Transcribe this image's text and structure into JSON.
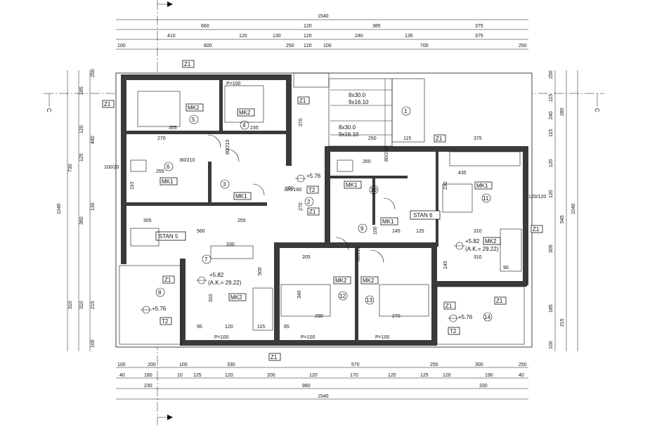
{
  "dimensions": {
    "top": {
      "row1": [
        "1540"
      ],
      "row2": [
        "660",
        "120",
        "385",
        "375"
      ],
      "row3": [
        "410",
        "120",
        "130",
        "120",
        "240",
        "135",
        "375"
      ],
      "row4": [
        "100",
        "600",
        "250",
        "120",
        "100",
        "700",
        "250"
      ]
    },
    "bottom": {
      "row1": [
        "100",
        "200",
        "100",
        "330",
        "570",
        "250",
        "300",
        "250"
      ],
      "row2": [
        "40",
        "180",
        "10",
        "125",
        "120",
        "200",
        "120",
        "170",
        "120",
        "125",
        "120",
        "190",
        "40"
      ],
      "row3": [
        "230",
        "980",
        "330"
      ],
      "row4": [
        "1540"
      ]
    },
    "left": [
      "250",
      "185",
      "480",
      "730",
      "120",
      "125",
      "1040",
      "360",
      "130",
      "310",
      "310",
      "215",
      "100"
    ],
    "right": [
      "250",
      "115",
      "280",
      "240",
      "115",
      "120",
      "120",
      "545",
      "1040",
      "305",
      "185",
      "215",
      "100"
    ]
  },
  "labels": {
    "stan5": "STAN 5",
    "stan6": "STAN 6",
    "z1": "Z1",
    "t2": "T2",
    "mk1": "MK1",
    "mk2": "MK2",
    "stairs_a1": "8x30.0",
    "stairs_a2": "9x16.10",
    "stairs_b1": "8x30.0",
    "stairs_b2": "9x16.10",
    "level_576": "+5.76",
    "level_582": "+5.82",
    "ak_left": "(A.K.= 29.22)",
    "ak_right": "(A.K.= 29.22)",
    "section": "C"
  },
  "rooms": [
    "1",
    "2",
    "3",
    "4",
    "5",
    "6",
    "7",
    "8",
    "9",
    "10",
    "11",
    "12",
    "13",
    "14"
  ],
  "inner_dims": [
    "355",
    "270",
    "235",
    "255",
    "110",
    "305",
    "560",
    "255",
    "330",
    "500",
    "310",
    "340",
    "290",
    "270",
    "435",
    "310",
    "310",
    "125",
    "145",
    "100",
    "90",
    "95",
    "120",
    "115",
    "65",
    "205",
    "145",
    "160",
    "270",
    "370",
    "230",
    "260",
    "115",
    "250",
    "375"
  ],
  "openings": [
    "P=100",
    "P=100",
    "P=100",
    "P=100",
    "120/160",
    "80/210",
    "80/210",
    "80/210",
    "80/210",
    "120/120",
    "100/20"
  ]
}
